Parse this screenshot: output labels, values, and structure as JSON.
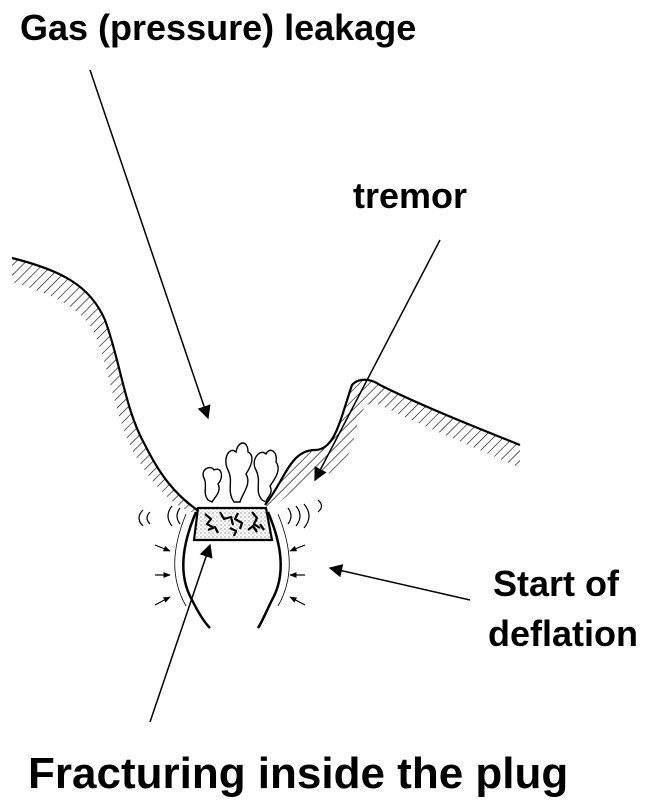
{
  "labels": {
    "gas_leakage": "Gas (pressure) leakage",
    "tremor": "tremor",
    "start_of_deflation_line1": "Start of",
    "start_of_deflation_line2": "deflation",
    "fracturing": "Fracturing inside the plug"
  },
  "colors": {
    "ink": "#000000",
    "background": "#ffffff",
    "hatch": "#000000",
    "plug_fill": "#e6e6e6"
  }
}
